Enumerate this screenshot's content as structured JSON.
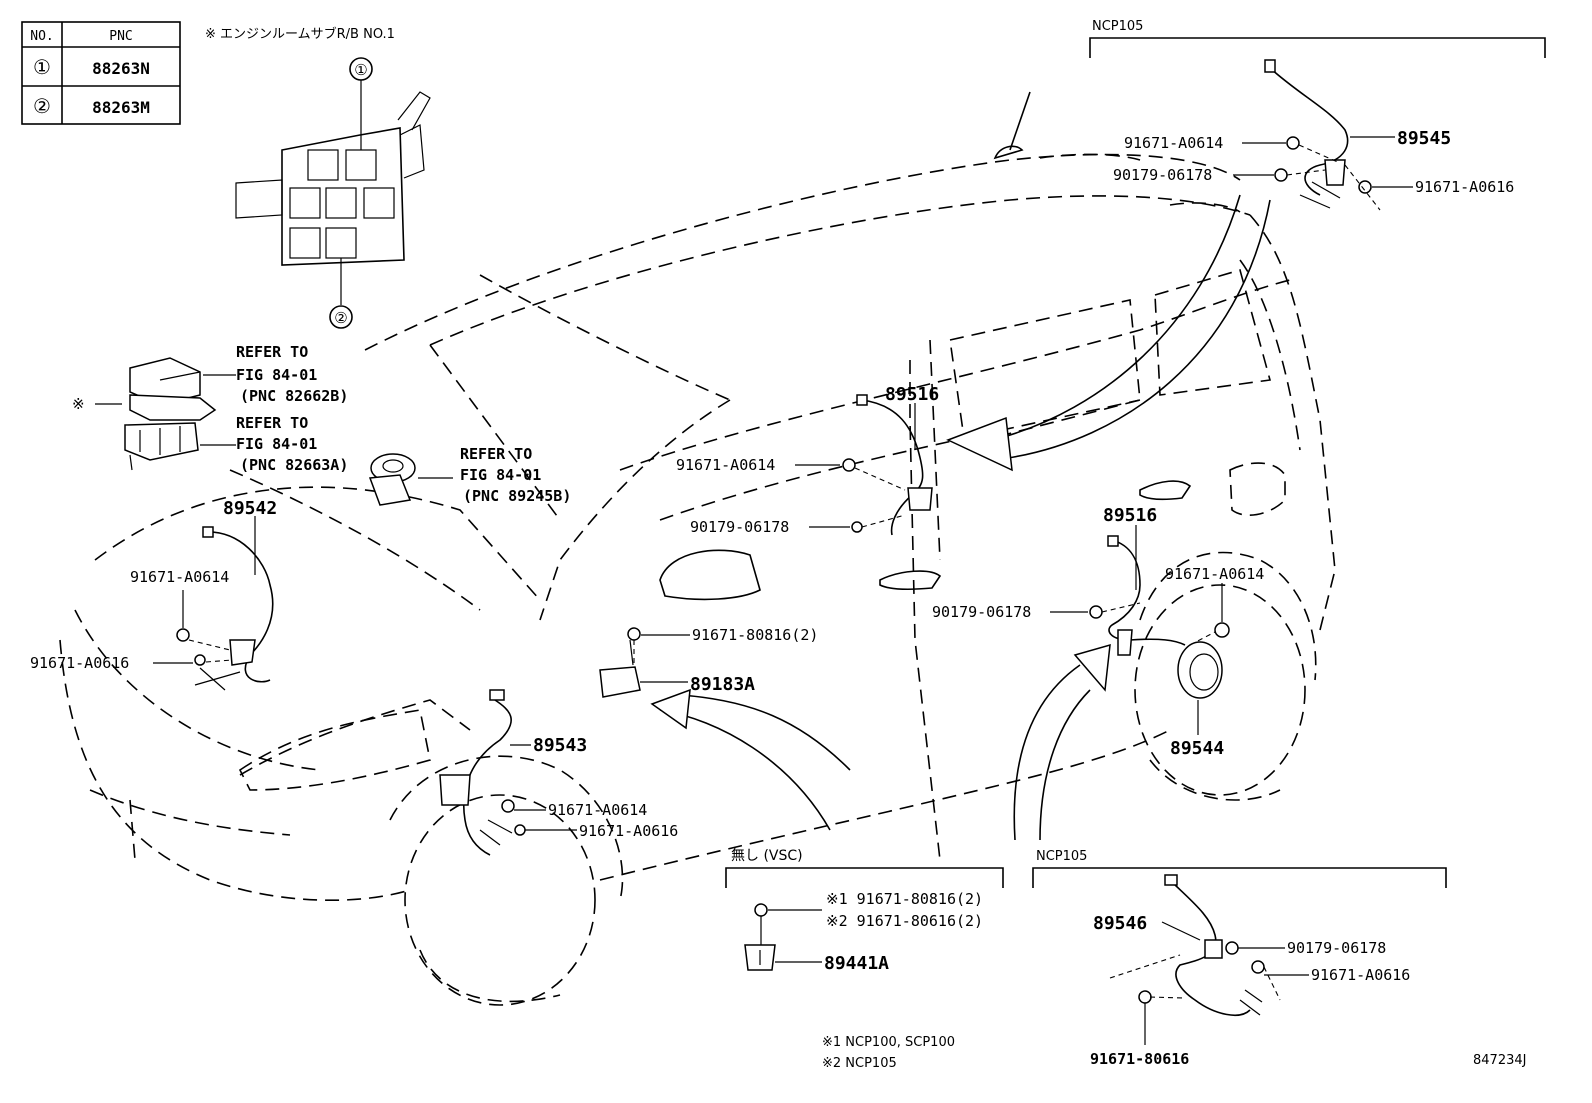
{
  "pnc_table": {
    "header_no": "NO.",
    "header_pnc": "PNC",
    "rows": [
      {
        "no": "①",
        "pnc": "88263N"
      },
      {
        "no": "②",
        "pnc": "88263M"
      }
    ]
  },
  "engine_room_note": "※ エンジンルームサブR/B NO.1",
  "callout_1": "①",
  "callout_2": "②",
  "refer_1": {
    "line1": "REFER TO",
    "line2": "FIG 84-01",
    "line3": "(PNC 82662B)"
  },
  "refer_2": {
    "line1": "REFER TO",
    "line2": "FIG 84-01",
    "line3": "(PNC 82663A)"
  },
  "refer_3": {
    "line1": "REFER TO",
    "line2": "FIG 84-01",
    "line3": "(PNC 89245B)"
  },
  "asterisk_mark": "※",
  "labels": {
    "p89542": "89542",
    "p91671_A0614_fl": "91671-A0614",
    "p91671_A0616_fl": "91671-A0616",
    "p89543": "89543",
    "p91671_A0614_fl2": "91671-A0614",
    "p91671_A0616_fl2": "91671-A0616",
    "p89516_front": "89516",
    "p91671_A0614_mid": "91671-A0614",
    "p90179_06178_mid": "90179-06178",
    "p91671_80816": "91671-80816(2)",
    "p89183A": "89183A",
    "p89516_rear": "89516",
    "p91671_A0614_rr": "91671-A0614",
    "p90179_06178_rr": "90179-06178",
    "p89544": "89544",
    "p89545": "89545",
    "p91671_A0614_top": "91671-A0614",
    "p90179_06178_top": "90179-06178",
    "p91671_A0616_top": "91671-A0616",
    "p89546": "89546",
    "p90179_06178_bot": "90179-06178",
    "p91671_A0616_bot": "91671-A0616",
    "p91671_80616": "91671-80616",
    "p89441A": "89441A",
    "vsc_1": "※1 91671-80816(2)",
    "vsc_2": "※2 91671-80616(2)"
  },
  "groups": {
    "ncp105_top": "NCP105",
    "ncp105_bottom": "NCP105",
    "no_vsc": "無し (VSC)"
  },
  "footnotes": {
    "note1": "※1 NCP100, SCP100",
    "note2": "※2 NCP105"
  },
  "figure_code": "847234J"
}
